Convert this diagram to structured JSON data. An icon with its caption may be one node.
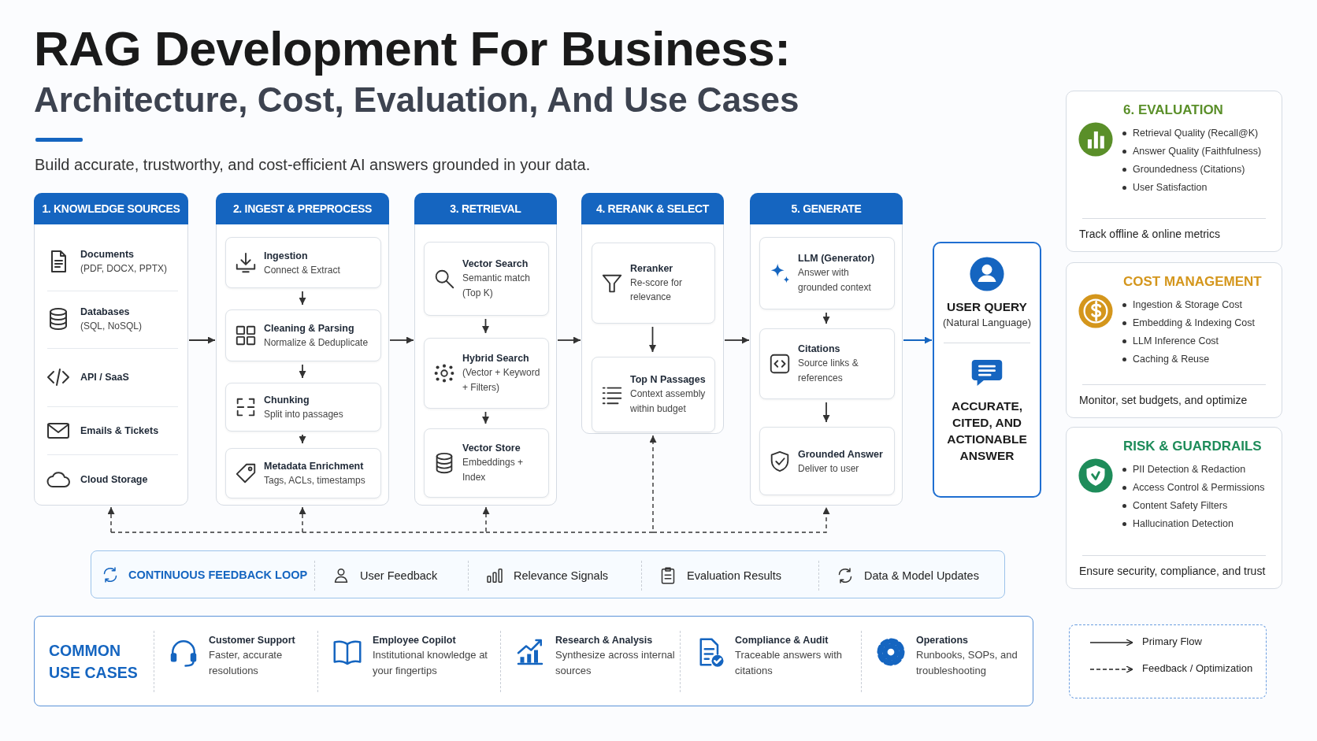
{
  "diagram": {
    "title": "RAG Development For Business:",
    "nodes": [
      {
        "text": [
          "1. KNOWLEDGE SOURCES"
        ]
      },
      {
        "text": [
          "Documents",
          "(PDF, DOCX, PPTX)"
        ],
        "in": 0
      },
      {
        "text": [
          "Databases",
          "(SQL, NoSQL)"
        ],
        "in": 0
      },
      {
        "text": [
          "API / SaaS"
        ],
        "in": 0
      },
      {
        "text": [
          "Emails & Tickets"
        ],
        "in": 0
      },
      {
        "text": [
          "Cloud Storage"
        ],
        "in": 0
      },
      {
        "text": [
          "2. INGEST & PREPROCESS"
        ]
      },
      {
        "text": [
          "Ingestion",
          "Connect & Extract"
        ],
        "in": 6
      },
      {
        "text": [
          "Cleaning & Parsing",
          "Normalize & Deduplicate"
        ],
        "in": 6
      },
      {
        "text": [
          "Chunking",
          "Split into passages"
        ],
        "in": 6
      },
      {
        "text": [
          "Metadata Enrichment",
          "Tags, ACLs, timestamps"
        ],
        "in": 6
      },
      {
        "text": [
          "3. RETRIEVAL"
        ]
      },
      {
        "text": [
          "Vector Search",
          "Semantic match (Top K)"
        ],
        "in": 11
      },
      {
        "text": [
          "Hybrid Search",
          "(Vector + Keyword + Filters)"
        ],
        "in": 11
      },
      {
        "text": [
          "Vector Store",
          "Embeddings + Index"
        ],
        "in": 11
      },
      {
        "text": [
          "4. RERANK & SELECT"
        ]
      },
      {
        "text": [
          "Reranker",
          "Re-score for relevance"
        ],
        "in": 15
      },
      {
        "text": [
          "Top N Passages",
          "Context assembly within budget"
        ],
        "in": 15
      },
      {
        "text": [
          "5. GENERATE"
        ]
      },
      {
        "text": [
          "LLM (Generator)",
          "Answer with grounded context"
        ],
        "in": 18
      },
      {
        "text": [
          "Citations",
          "Source links & references"
        ],
        "in": 18
      },
      {
        "text": [
          "Grounded Answer",
          "Deliver to user"
        ],
        "in": 18
      },
      {
        "text": [
          "USER QUERY",
          "(Natural Language)",
          "ACCURATE, CITED, AND ACTIONABLE ANSWER"
        ]
      },
      {
        "text": [
          "6. EVALUATION",
          "Retrieval Quality (Recall@K)",
          "Answer Quality (Faithfulness)",
          "Groundedness (Citations)",
          "User Satisfaction",
          "Track offline & online metrics"
        ]
      },
      {
        "text": [
          "COST MANAGEMENT",
          "Ingestion & Storage Cost",
          "Embedding & Indexing Cost",
          "LLM Inference Cost",
          "Caching & Reuse",
          "Monitor, set budgets, and optimize"
        ]
      },
      {
        "text": [
          "RISK & GUARDRAILS",
          "PII Detection & Redaction",
          "Access Control & Permissions",
          "Content Safety Filters",
          "Hallucination Detection",
          "Ensure security, compliance, and trust"
        ]
      },
      {
        "text": [
          "CONTINUOUS FEEDBACK LOOP"
        ]
      },
      {
        "text": [
          "User Feedback"
        ],
        "in": 26
      },
      {
        "text": [
          "Relevance Signals"
        ],
        "in": 26
      },
      {
        "text": [
          "Evaluation Results"
        ],
        "in": 26
      },
      {
        "text": [
          "Data & Model Updates"
        ],
        "in": 26
      },
      {
        "text": [
          "COMMON USE CASES"
        ]
      },
      {
        "text": [
          "Customer Support",
          "Faster, accurate resolutions"
        ],
        "in": 31
      },
      {
        "text": [
          "Employee Copilot",
          "Institutional knowledge at your fingertips"
        ],
        "in": 31
      },
      {
        "text": [
          "Research & Analysis",
          "Synthesize across internal sources"
        ],
        "in": 31
      },
      {
        "text": [
          "Compliance & Audit",
          "Traceable answers with citations"
        ],
        "in": 31
      },
      {
        "text": [
          "Operations",
          "Runbooks, SOPs, and troubleshooting"
        ],
        "in": 31
      }
    ],
    "edges": [
      {
        "from": 7,
        "to": 8,
        "arrow": "to"
      },
      {
        "from": 8,
        "to": 9,
        "arrow": "to"
      },
      {
        "from": 9,
        "to": 10,
        "arrow": "to"
      },
      {
        "from": 12,
        "to": 13,
        "arrow": "to"
      },
      {
        "from": 13,
        "to": 14,
        "arrow": "to"
      },
      {
        "from": 16,
        "to": 17,
        "arrow": "to"
      },
      {
        "from": 19,
        "to": 20,
        "arrow": "to"
      },
      {
        "from": 20,
        "to": 21,
        "arrow": "to"
      },
      {
        "from": 0,
        "to": 6,
        "arrow": "to"
      },
      {
        "from": 6,
        "to": 11,
        "arrow": "to"
      },
      {
        "from": 11,
        "to": 15,
        "arrow": "to"
      },
      {
        "from": 15,
        "to": 18,
        "arrow": "to"
      },
      {
        "from": 18,
        "to": 22,
        "arrow": "to",
        "color": "#1565c0"
      },
      {
        "from": null,
        "to": 0,
        "arrow": "to",
        "style": "dashed"
      },
      {
        "from": null,
        "to": 6,
        "arrow": "to",
        "style": "dashed"
      },
      {
        "from": null,
        "to": 11,
        "arrow": "to",
        "style": "dashed"
      },
      {
        "from": null,
        "to": 15,
        "arrow": "to",
        "style": "dashed"
      },
      {
        "from": null,
        "to": 18,
        "arrow": "to",
        "style": "dashed"
      }
    ],
    "labels": [
      "Architecture, Cost, Evaluation, And Use Cases",
      "Build accurate, trustworthy, and cost-efficient AI answers grounded in your data."
    ],
    "legend": [
      {
        "text": "Primary Flow"
      },
      {
        "text": "Feedback / Optimization"
      }
    ]
  }
}
